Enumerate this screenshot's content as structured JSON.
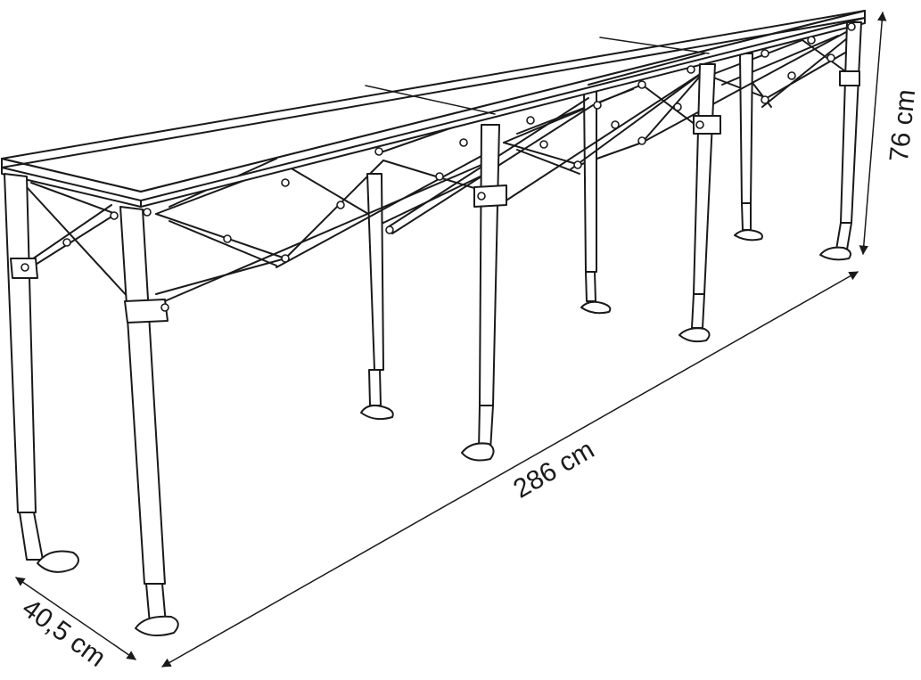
{
  "dimensions": {
    "length": "286 cm",
    "depth": "40,5 cm",
    "height": "76 cm"
  }
}
